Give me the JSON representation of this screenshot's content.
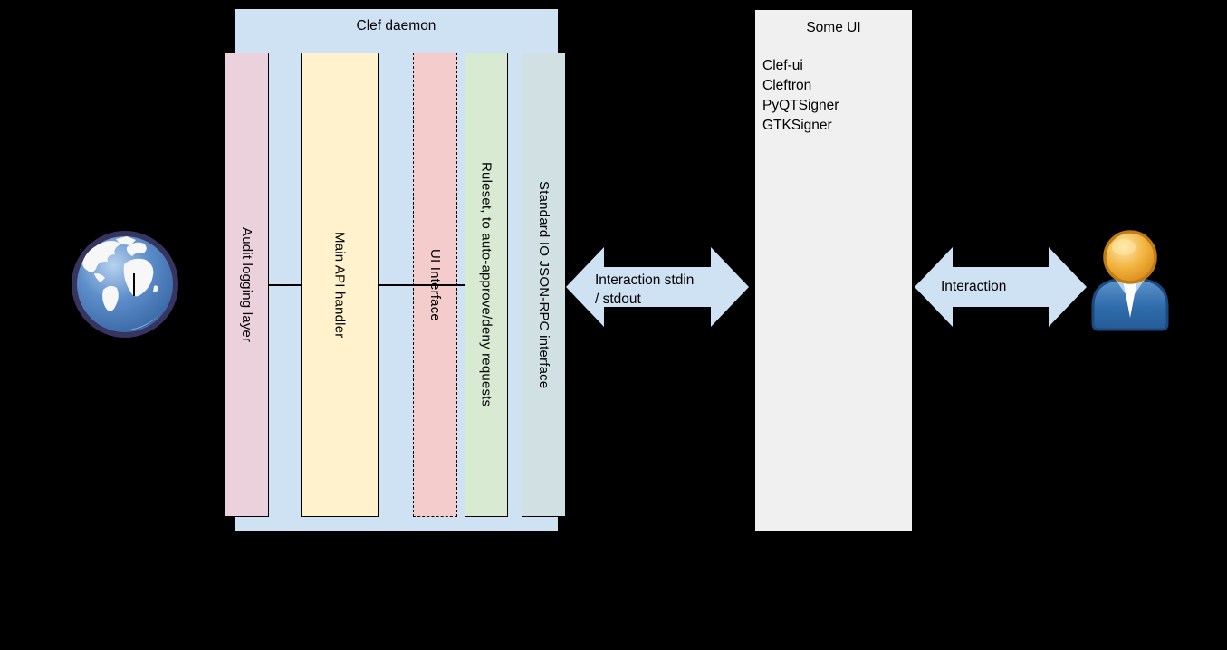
{
  "background_color": "#000000",
  "daemon": {
    "title": "Clef daemon",
    "fill": "#cfe2f3",
    "bars": [
      {
        "label": "Audit logging layer",
        "fill": "#ead1dc",
        "border_style": "solid"
      },
      {
        "label": "Main API handler",
        "fill": "#fff2cc",
        "border_style": "solid"
      },
      {
        "label": "UI Interface",
        "fill": "#f4cccc",
        "border_style": "dashed"
      },
      {
        "label": "Ruleset, to auto-approve/deny requests",
        "fill": "#d9ead3",
        "border_style": "solid"
      },
      {
        "label": "Standard IO JSON-RPC interface",
        "fill": "#d0e0e3",
        "border_style": "solid"
      }
    ]
  },
  "some_ui": {
    "title": "Some UI",
    "fill": "#f0f0f0",
    "items": [
      "Clef-ui",
      "Cleftron",
      "PyQTSigner",
      "GTKSigner"
    ]
  },
  "arrows": {
    "fill": "#cfe2f3",
    "stdio": {
      "line1": "Interaction stdin",
      "line2": "/ stdout"
    },
    "user": {
      "label": "Interaction"
    }
  },
  "icons": {
    "left": "globe-icon",
    "right": "user-icon"
  }
}
